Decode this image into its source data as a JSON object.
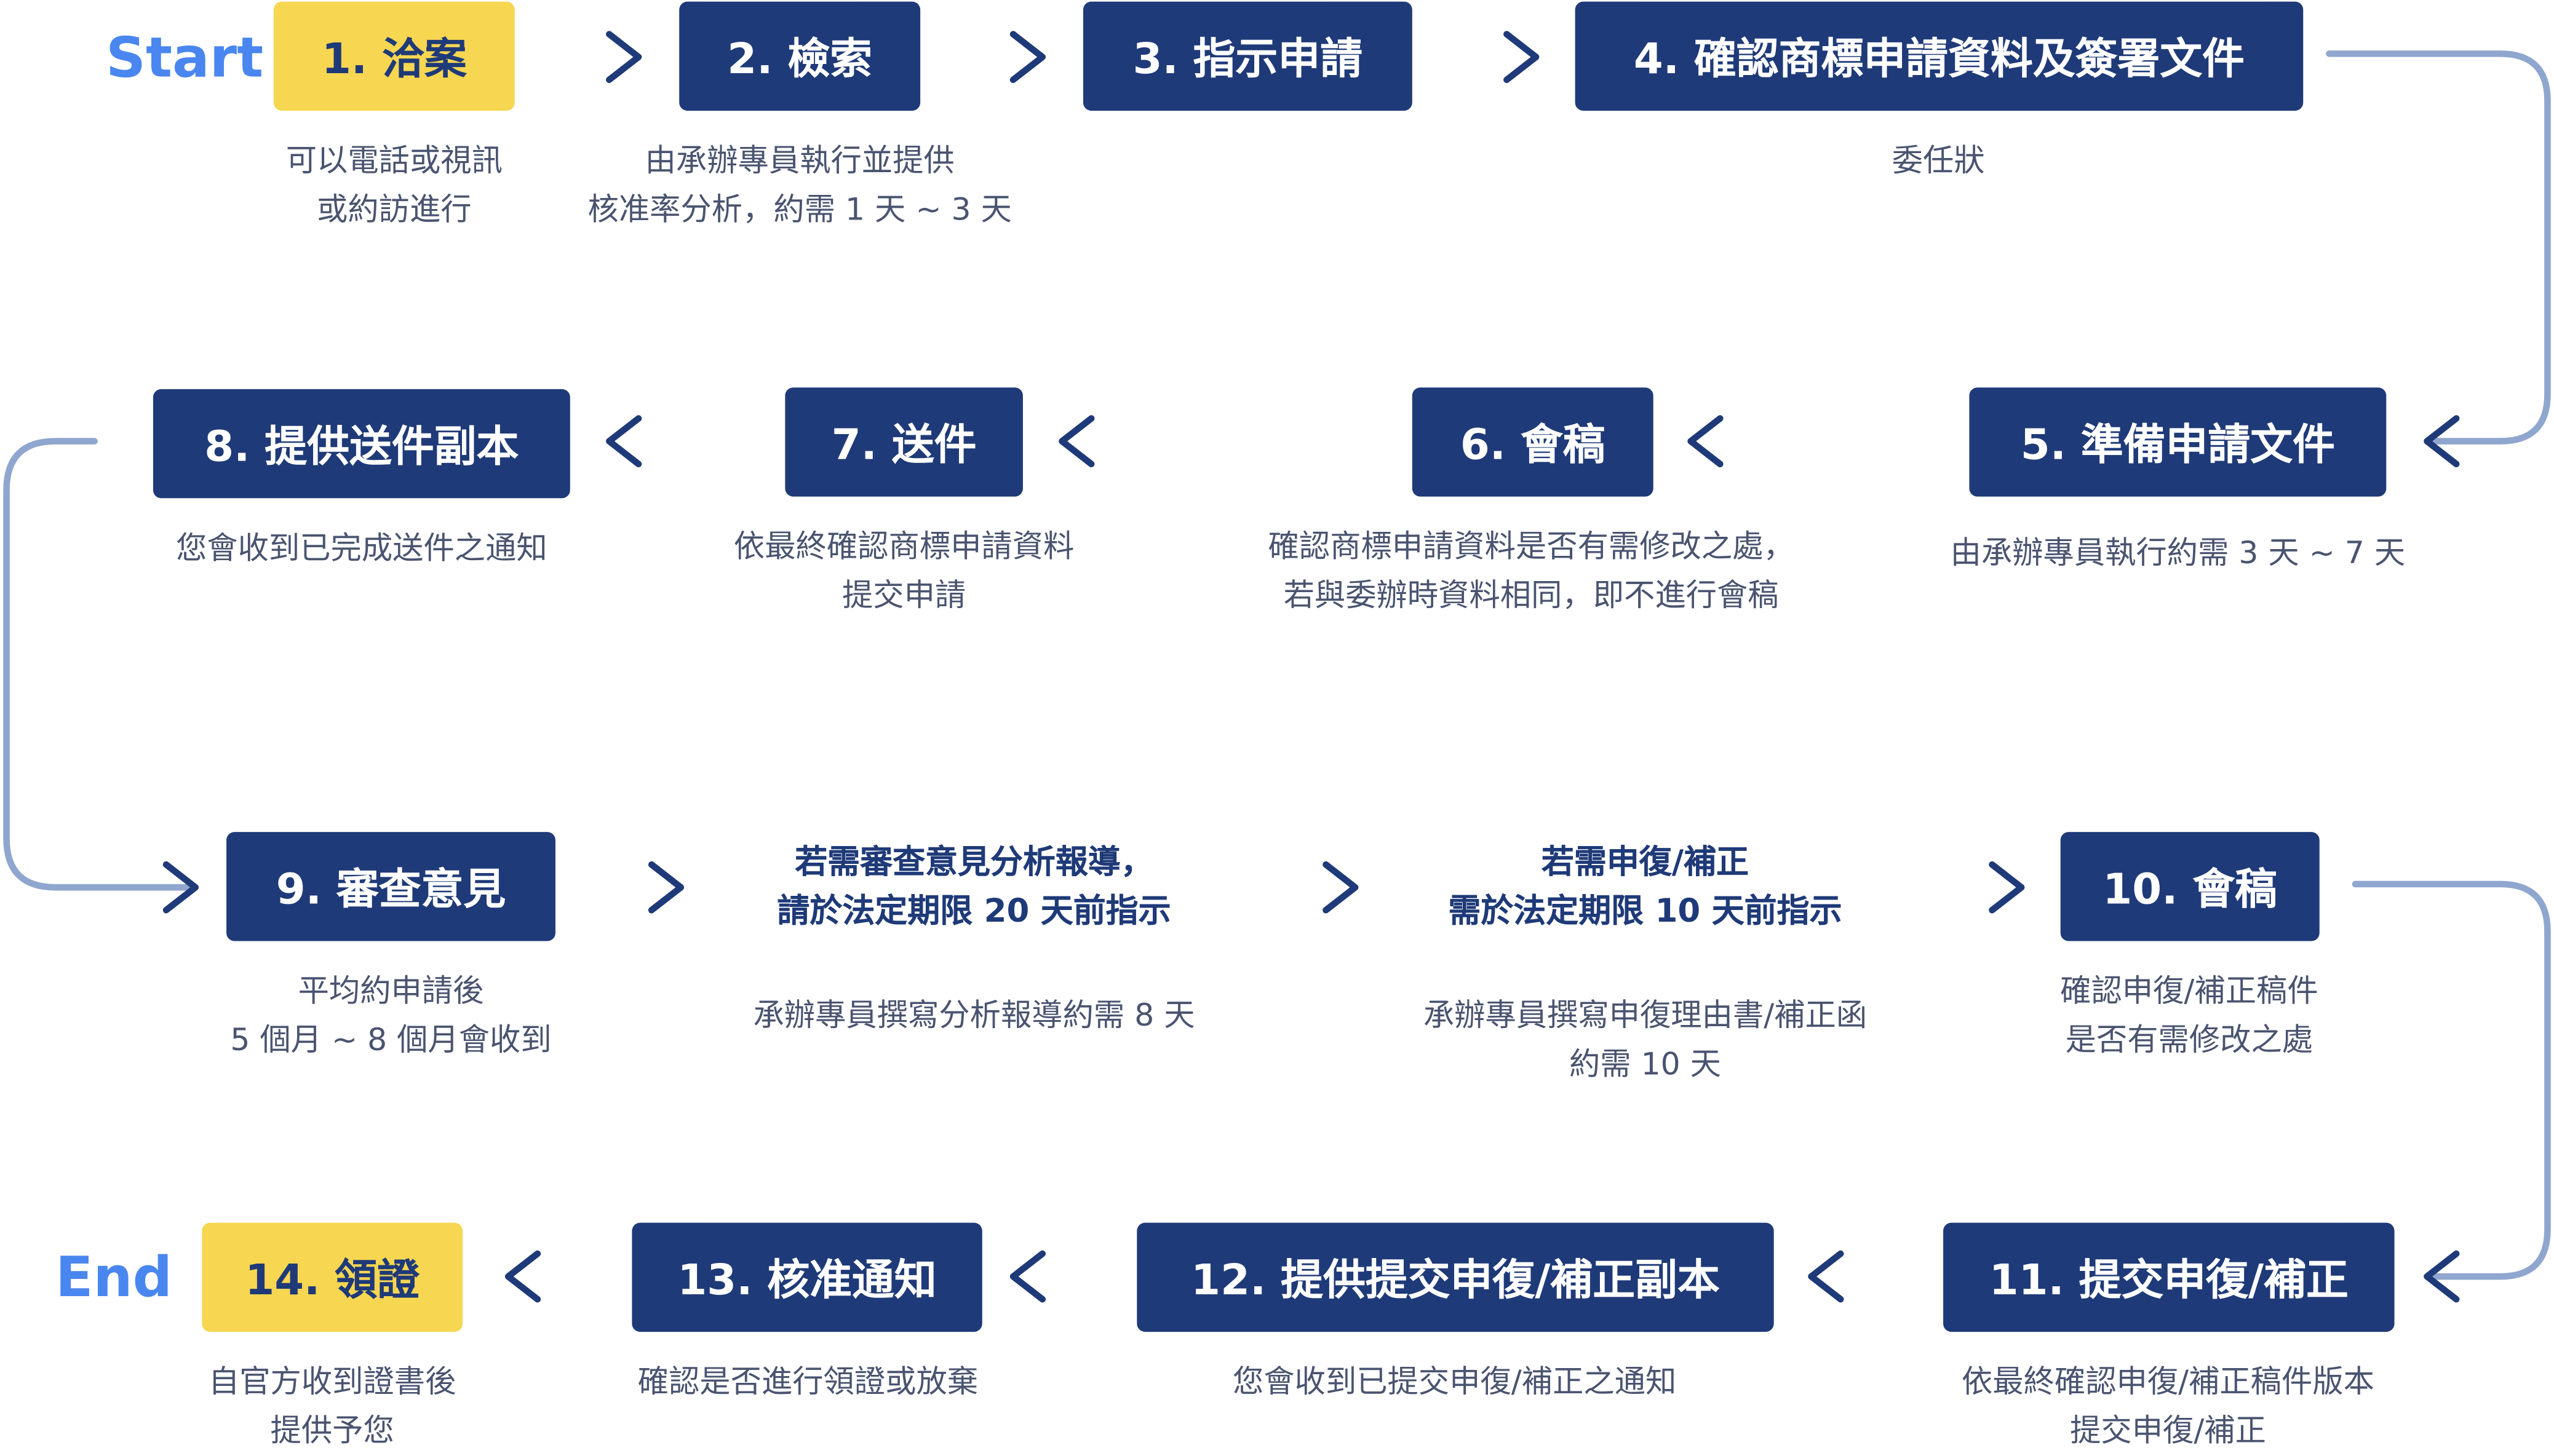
{
  "colors": {
    "navy": "#1f3a78",
    "yellow": "#f7d651",
    "blue": "#4a86f0",
    "connector": "#8fa6cf",
    "arrow": "#1f3a78",
    "text": "#4a5470"
  },
  "terminals": {
    "start": "Start",
    "end": "End"
  },
  "steps": [
    {
      "title": "1. 洽案",
      "desc": [
        "可以電話或視訊",
        "或約訪進行"
      ]
    },
    {
      "title": "2. 檢索",
      "desc": [
        "由承辦專員執行並提供",
        "核准率分析，約需 1 天 ~ 3 天"
      ]
    },
    {
      "title": "3. 指示申請",
      "desc": []
    },
    {
      "title": "4. 確認商標申請資料及簽署文件",
      "desc": [
        "委任狀"
      ]
    },
    {
      "title": "5. 準備申請文件",
      "desc": [
        "由承辦專員執行約需 3 天 ~ 7 天"
      ]
    },
    {
      "title": "6. 會稿",
      "desc": [
        "確認商標申請資料是否有需修改之處，",
        "若與委辦時資料相同，即不進行會稿"
      ]
    },
    {
      "title": "7. 送件",
      "desc": [
        "依最終確認商標申請資料",
        "提交申請"
      ]
    },
    {
      "title": "8. 提供送件副本",
      "desc": [
        "您會收到已完成送件之通知"
      ]
    },
    {
      "title": "9. 審查意見",
      "desc": [
        "平均約申請後",
        "5 個月 ~ 8 個月會收到"
      ]
    },
    {
      "title": [
        "若需審查意見分析報導，",
        "請於法定期限 20 天前指示"
      ],
      "desc": [
        "承辦專員撰寫分析報導約需 8 天"
      ]
    },
    {
      "title": [
        "若需申復/補正",
        "需於法定期限 10 天前指示"
      ],
      "desc": [
        "承辦專員撰寫申復理由書/補正函",
        "約需 10 天"
      ]
    },
    {
      "title": "10. 會稿",
      "desc": [
        "確認申復/補正稿件",
        "是否有需修改之處"
      ]
    },
    {
      "title": "11. 提交申復/補正",
      "desc": [
        "依最終確認申復/補正稿件版本",
        "提交申復/補正"
      ]
    },
    {
      "title": "12. 提供提交申復/補正副本",
      "desc": [
        "您會收到已提交申復/補正之通知"
      ]
    },
    {
      "title": "13. 核准通知",
      "desc": [
        "確認是否進行領證或放棄"
      ]
    },
    {
      "title": "14. 領證",
      "desc": [
        "自官方收到證書後",
        "提供予您"
      ]
    }
  ]
}
